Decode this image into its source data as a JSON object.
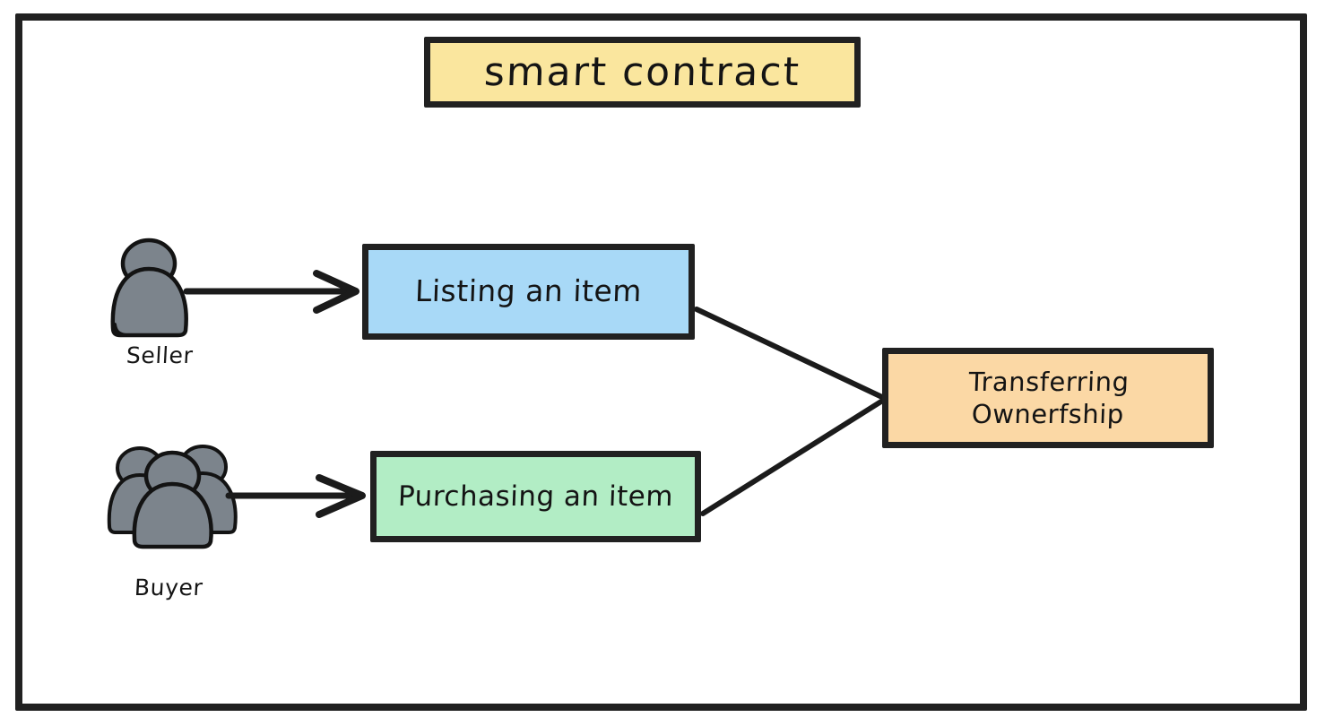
{
  "diagram": {
    "title": "smart contract",
    "frame": {
      "border_color": "#212121"
    },
    "nodes": [
      {
        "id": "title",
        "label": "smart contract",
        "fill": "#fae69e",
        "border": "#212121"
      },
      {
        "id": "listing",
        "label": "Listing an item",
        "fill": "#a8d9f7",
        "border": "#212121"
      },
      {
        "id": "purchasing",
        "label": "Purchasing an item",
        "fill": "#b2edc5",
        "border": "#212121"
      },
      {
        "id": "transferring",
        "label": "Transferring\nOwnerfship",
        "fill": "#fbd8a5",
        "border": "#212121"
      }
    ],
    "actors": [
      {
        "id": "seller",
        "label": "Seller",
        "icon": "single-person-icon",
        "icon_fill": "#7c848c"
      },
      {
        "id": "buyer",
        "label": "Buyer",
        "icon": "group-of-people-icon",
        "icon_fill": "#7c848c"
      }
    ],
    "connections": [
      {
        "from": "seller",
        "to": "listing",
        "style": "arrow"
      },
      {
        "from": "buyer",
        "to": "purchasing",
        "style": "arrow"
      },
      {
        "from": "listing",
        "to": "transferring",
        "style": "line"
      },
      {
        "from": "purchasing",
        "to": "transferring",
        "style": "line"
      }
    ]
  }
}
